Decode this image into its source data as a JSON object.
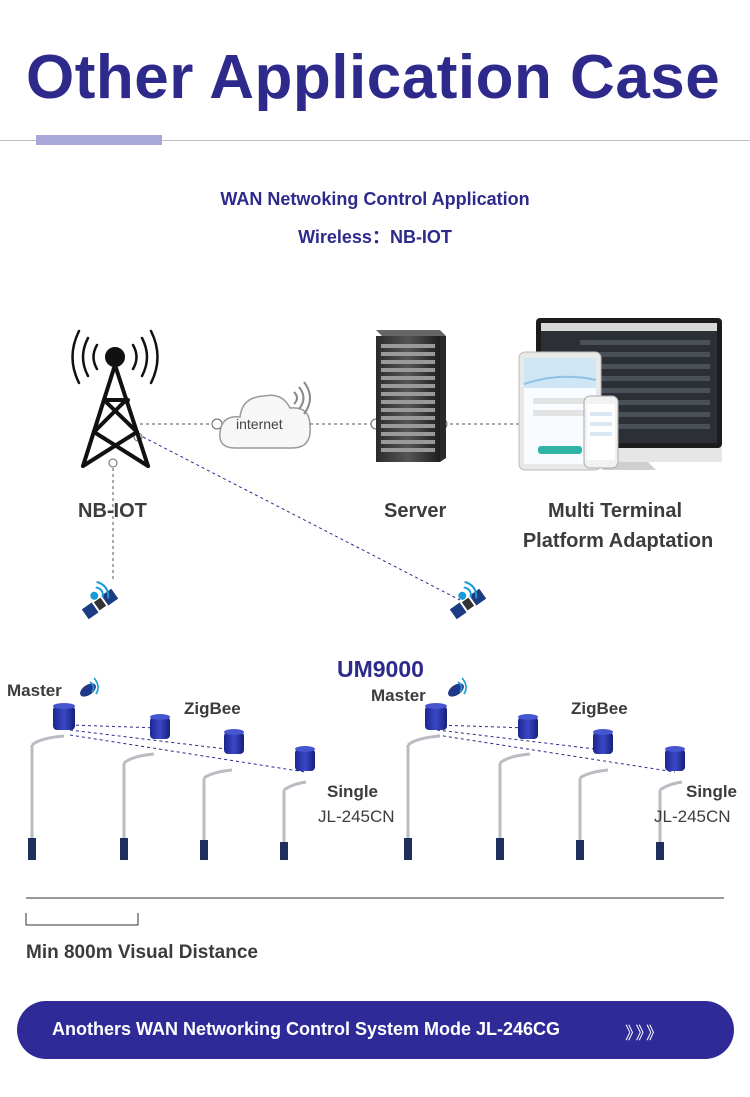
{
  "header": {
    "title": "Other Application Case"
  },
  "intro": {
    "heading": "WAN Netwoking Control Application",
    "wireless": "Wireless：NB-IOT"
  },
  "network": {
    "cloud_label": "internet",
    "nb_iot_label": "NB-IOT",
    "server_label": "Server",
    "terminal_label_line1": "Multi Terminal",
    "terminal_label_line2": "Platform  Adaptation"
  },
  "deployment": {
    "product": "UM9000",
    "groups": [
      {
        "master_label": "Master",
        "zigbee_label": "ZigBee",
        "single_label": "Single",
        "model": "JL-245CN"
      },
      {
        "master_label": "Master",
        "zigbee_label": "ZigBee",
        "single_label": "Single",
        "model": "JL-245CN"
      }
    ],
    "distance_label": "Min 800m Visual Distance"
  },
  "banner": {
    "text": "Anothers WAN Networking Control System Mode JL-246CG",
    "arrows": "》》》"
  },
  "colors": {
    "brand": "#2e2a8c",
    "banner": "#2e2a98",
    "accent_bar": "#a9a6d8",
    "device_blue": "#2933a3",
    "text_gray": "#3c3c3c"
  }
}
